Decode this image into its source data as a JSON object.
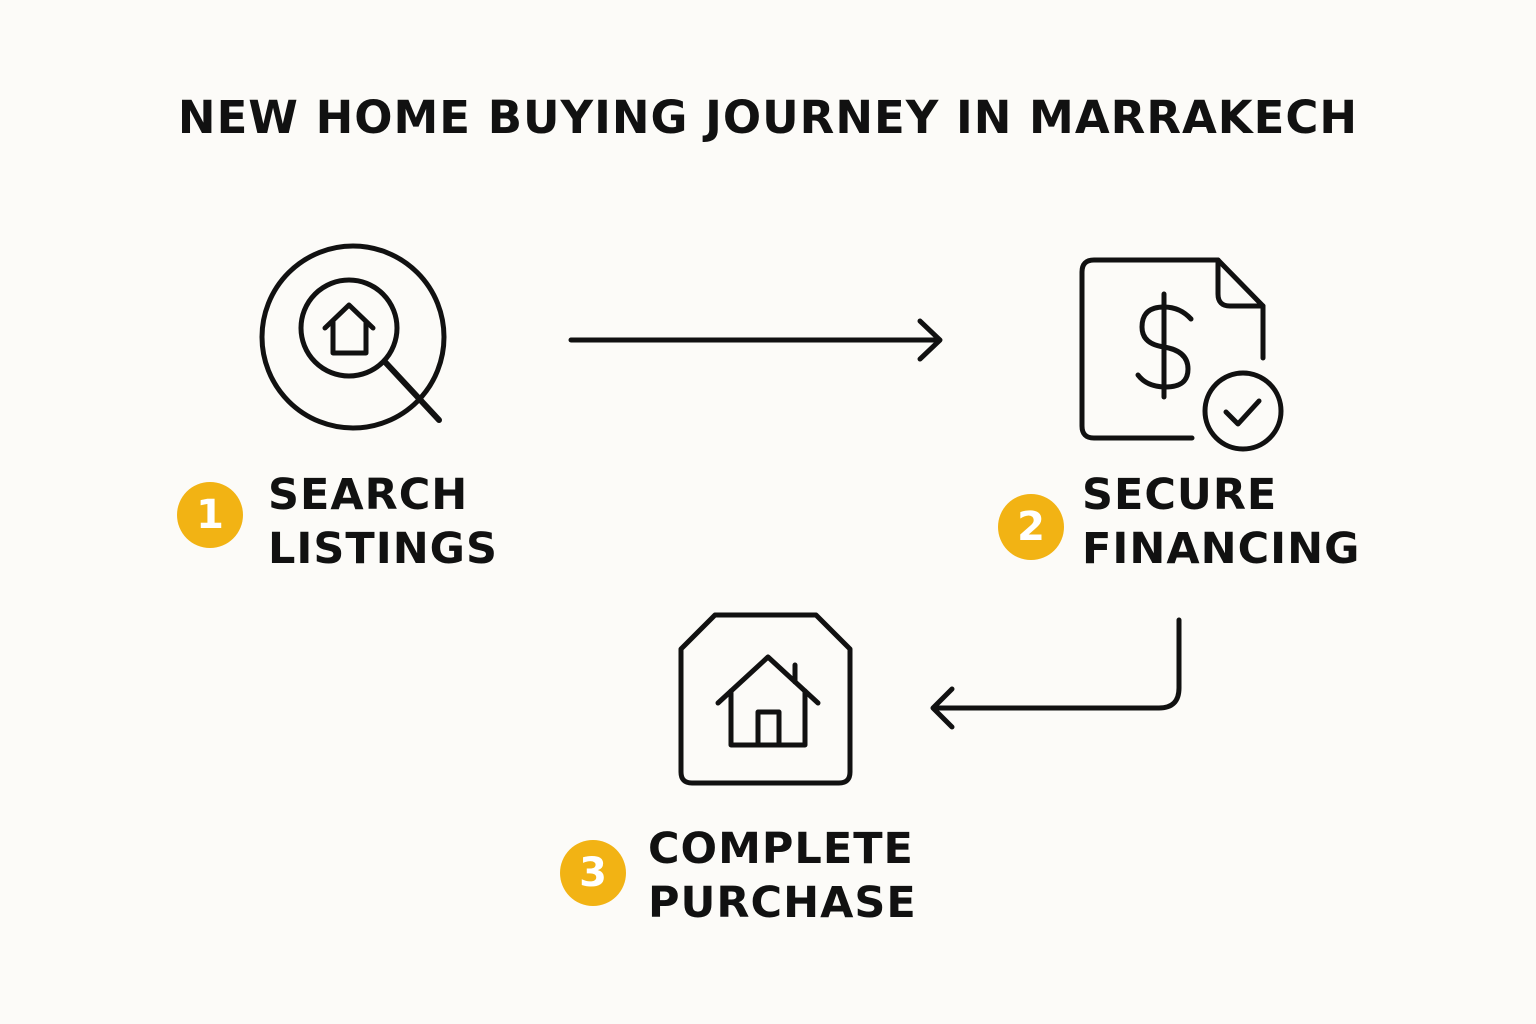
{
  "title": "NEW HOME BUYING JOURNEY IN MARRAKECH",
  "colors": {
    "background": "#fcfbf8",
    "ink": "#111111",
    "accent": "#f2b314"
  },
  "steps": [
    {
      "number": "1",
      "line1": "SEARCH",
      "line2": "LISTINGS",
      "icon": "search-home-icon"
    },
    {
      "number": "2",
      "line1": "SECURE",
      "line2": "FINANCING",
      "icon": "dollar-document-check-icon"
    },
    {
      "number": "3",
      "line1": "COMPLETE",
      "line2": "PURCHASE",
      "icon": "house-octagon-icon"
    }
  ],
  "connectors": [
    {
      "from": "1",
      "to": "2",
      "icon": "arrow-right-icon"
    },
    {
      "from": "2",
      "to": "3",
      "icon": "arrow-down-left-icon"
    }
  ]
}
